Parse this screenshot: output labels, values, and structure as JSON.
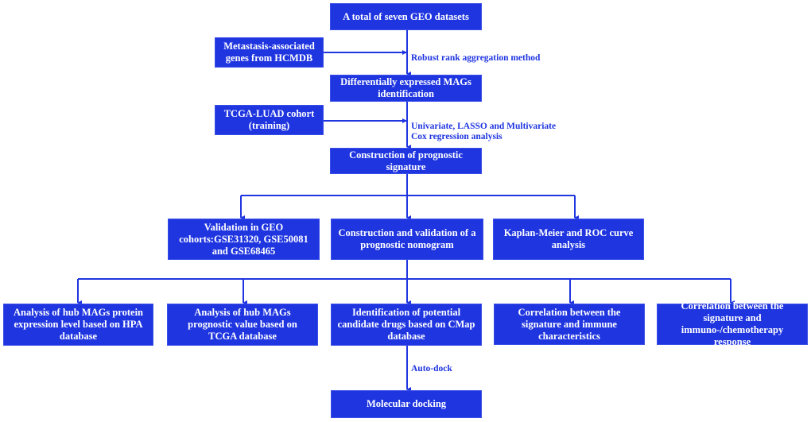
{
  "diagram": {
    "colors": {
      "box_fill": "#1f35e0",
      "line": "#1f35e0",
      "box_text": "#ffffff",
      "label_text": "#1f35e0"
    },
    "nodes": {
      "geo_datasets": "A total of seven GEO datasets",
      "hcmdb": "Metastasis-associated genes from HCMDB",
      "deg_mags": "Differentially expressed MAGs identification",
      "tcga_training": "TCGA-LUAD cohort (training)",
      "signature": "Construction of prognostic signature",
      "geo_validation": "Validation in GEO cohorts:GSE31320, GSE50081 and GSE68465",
      "nomogram": "Construction and validation of a prognostic nomogram",
      "km_roc": "Kaplan-Meier and ROC curve analysis",
      "hpa": "Analysis of hub MAGs protein expression level based on HPA database",
      "tcga_prognostic": "Analysis of hub MAGs prognostic value based on TCGA database",
      "cmap": "Identification of potential candidate drugs based on CMap database",
      "immune": "Correlation between the signature and immune characteristics",
      "immuno_chemo": "Correlation between the signature and immuno-/chemotherapy response",
      "docking": "Molecular docking"
    },
    "edge_labels": {
      "rra": "Robust rank aggregation method",
      "cox_line1": "Univariate, LASSO and Multivariate",
      "cox_line2": "Cox regression analysis",
      "autodock": "Auto-dock"
    }
  }
}
